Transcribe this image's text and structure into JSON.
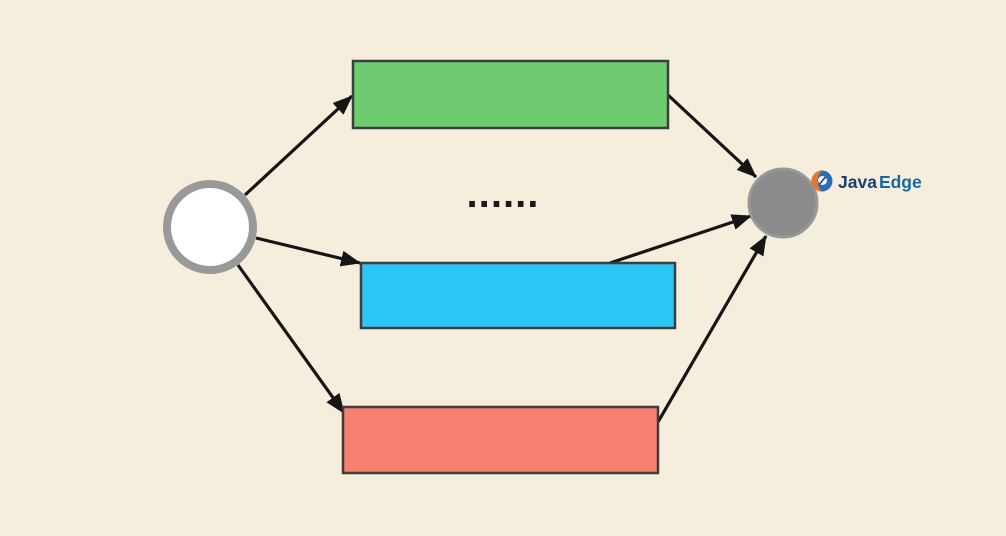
{
  "diagram": {
    "background": "#f5eedc",
    "ellipsis": "......",
    "ellipsis_color": "#1a1a1a",
    "edge_color": "#151515",
    "nodes": {
      "source": {
        "shape": "ellipse",
        "fill": "#ffffff",
        "stroke": "#999999"
      },
      "worker_green": {
        "shape": "rect",
        "fill": "#6ecb70",
        "stroke": "#3d3d3d"
      },
      "worker_blue": {
        "shape": "rect",
        "fill": "#2cc5f4",
        "stroke": "#3d3d3d"
      },
      "worker_red": {
        "shape": "rect",
        "fill": "#f88070",
        "stroke": "#3d3d3d"
      },
      "sink": {
        "shape": "ellipse",
        "fill": "#8b8b8b",
        "stroke": "#989898"
      }
    },
    "edges": [
      {
        "from": "source",
        "to": "worker_green"
      },
      {
        "from": "source",
        "to": "worker_blue"
      },
      {
        "from": "source",
        "to": "worker_red"
      },
      {
        "from": "worker_green",
        "to": "sink"
      },
      {
        "from": "worker_blue",
        "to": "sink"
      },
      {
        "from": "worker_red",
        "to": "sink"
      }
    ]
  },
  "watermark": {
    "java": "Java",
    "edge": "Edge",
    "java_color": "#1b3f75",
    "edge_color": "#1568a8",
    "icon_orange": "#e8772e",
    "icon_blue": "#2b6cb8",
    "icon_navy": "#1b3f75"
  }
}
